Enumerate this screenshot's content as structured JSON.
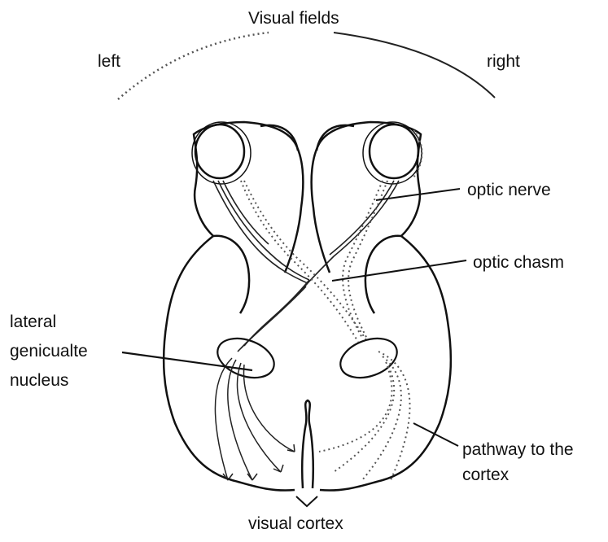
{
  "diagram": {
    "title": "Visual fields",
    "field_left": "left",
    "field_right": "right",
    "labels": {
      "optic_nerve": "optic nerve",
      "optic_chasm": "optic chasm",
      "lgn_line1": "lateral",
      "lgn_line2": "genicualte",
      "lgn_line3": "nucleus",
      "pathway_line1": "pathway to the",
      "pathway_line2": "cortex",
      "visual_cortex": "visual cortex"
    }
  }
}
